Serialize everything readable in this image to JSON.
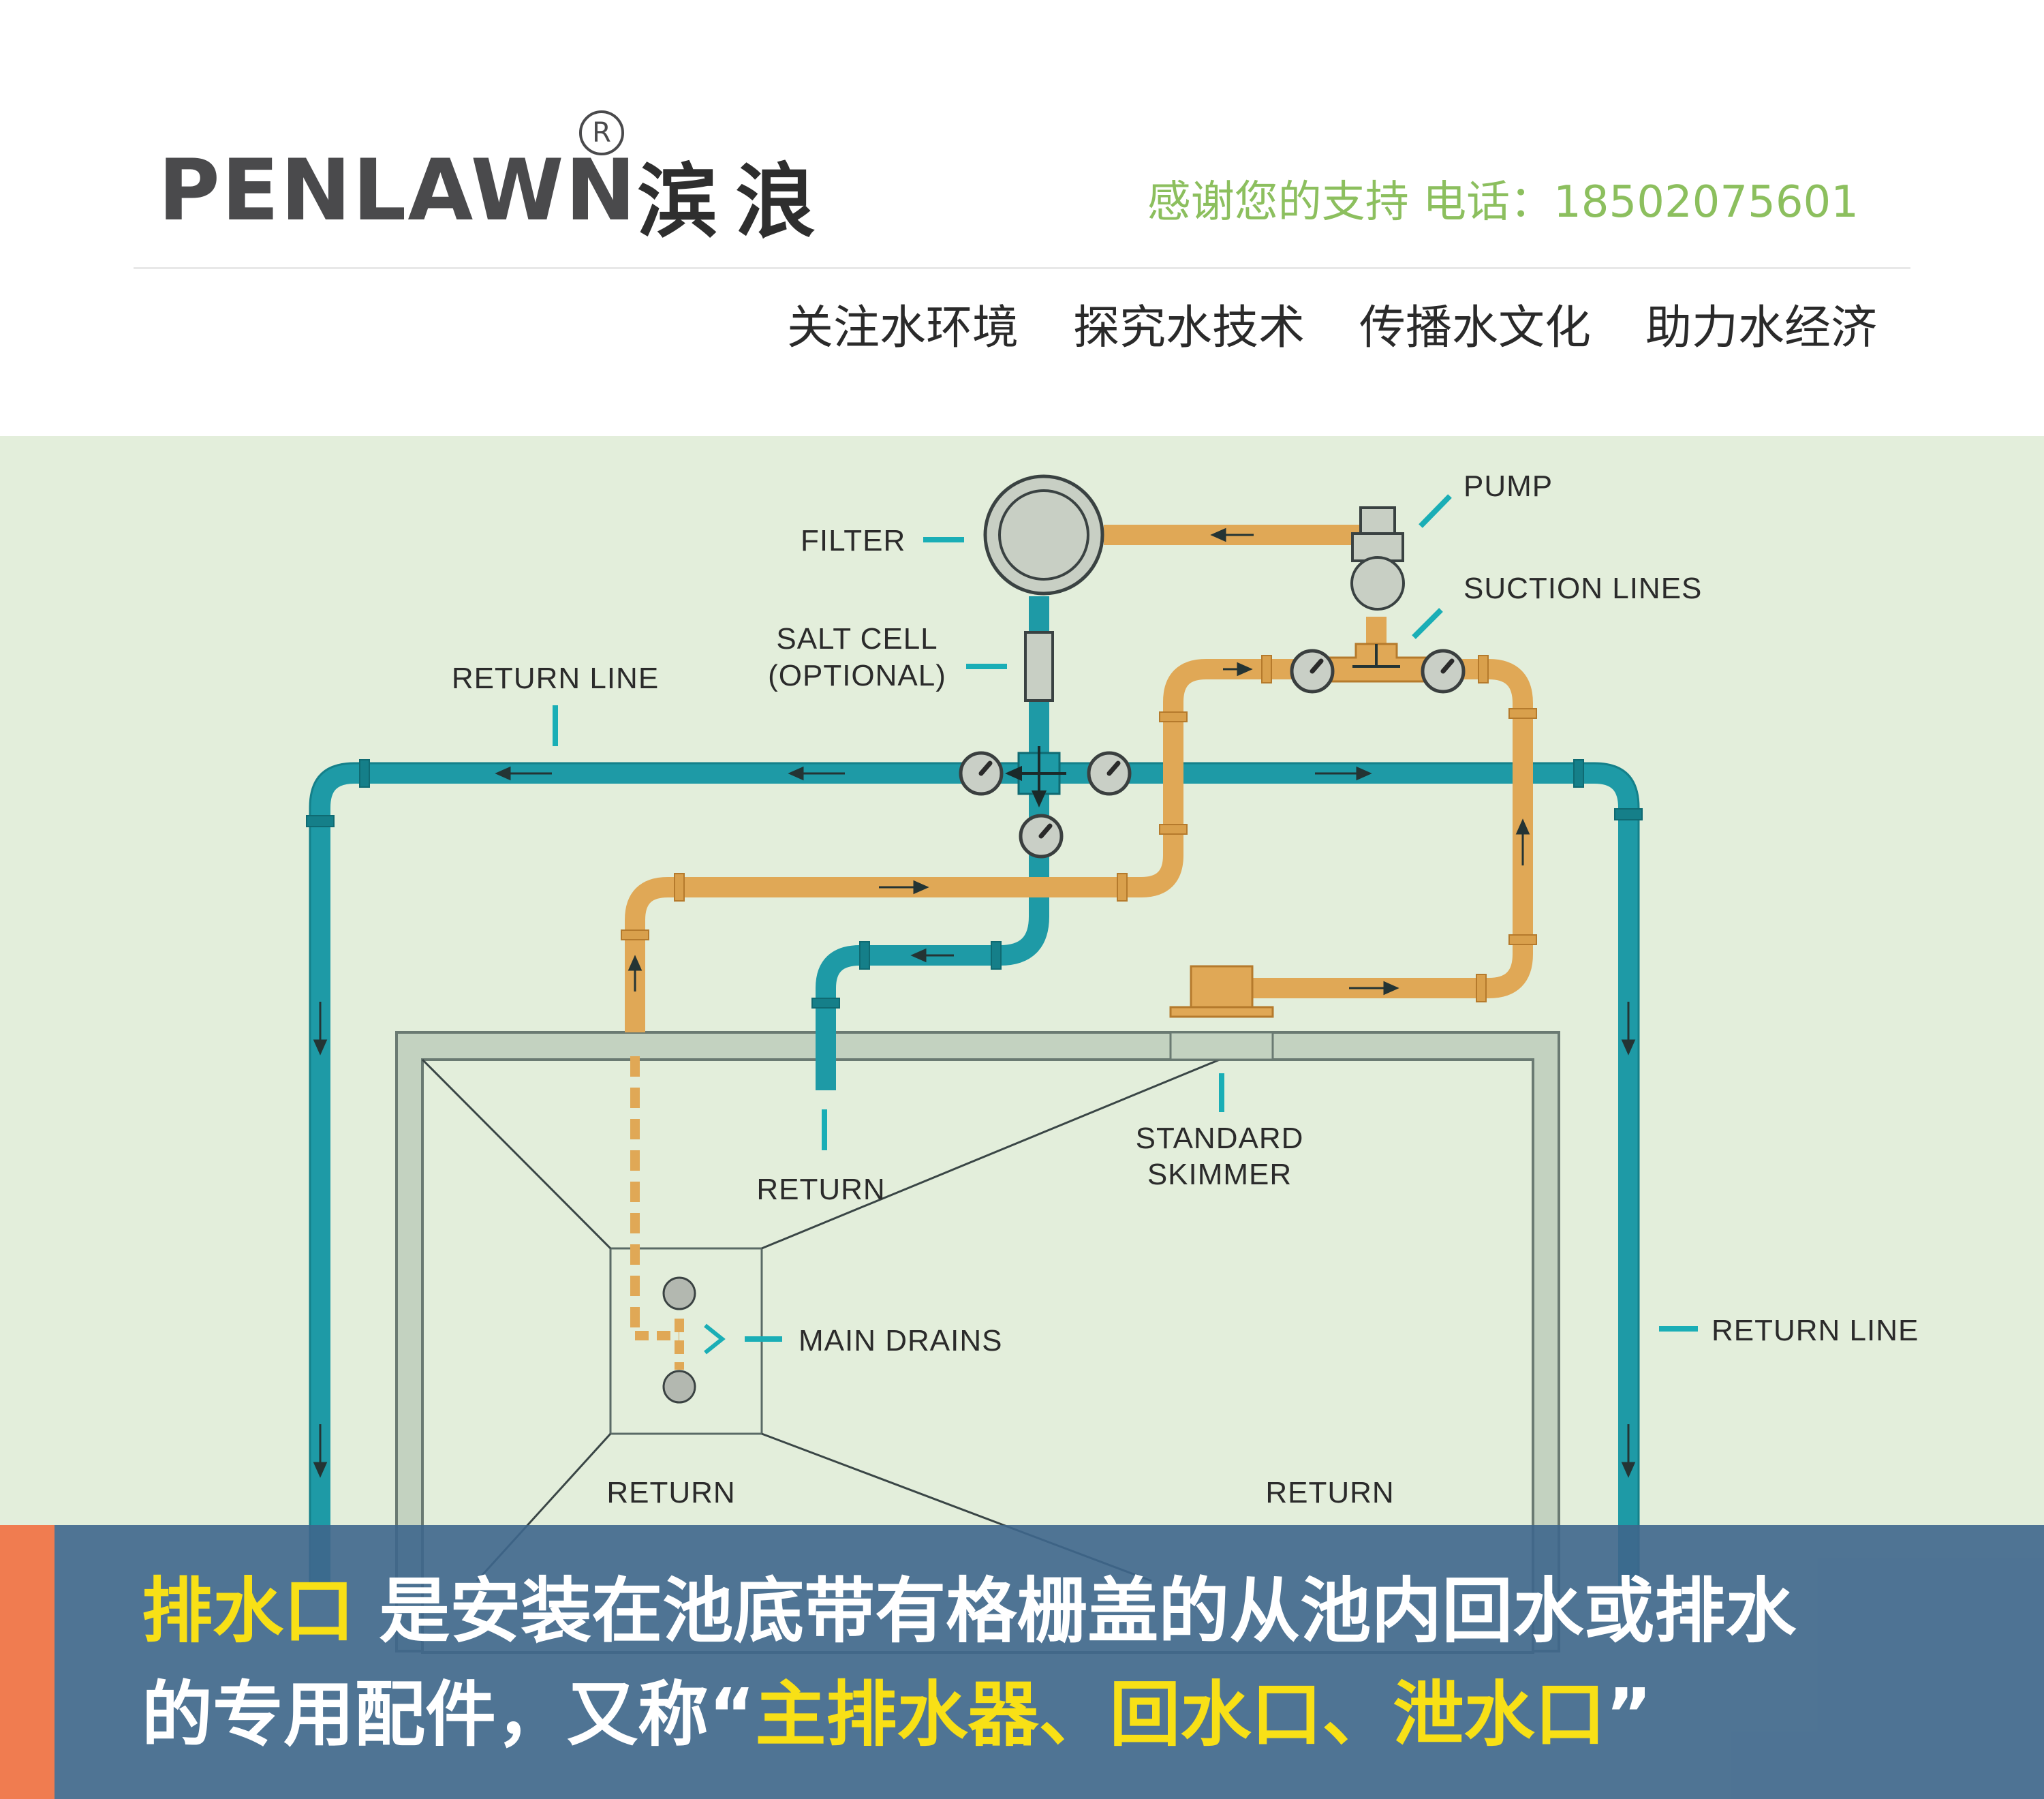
{
  "header": {
    "brand": "PENLAWN",
    "registered": "R",
    "brand_cn": "滨浪",
    "contact": "感谢您的支持 电话：18502075601",
    "slogans": [
      "关注水环境",
      "探究水技术",
      "传播水文化",
      "助力水经济"
    ]
  },
  "diagram": {
    "labels": {
      "pump": "PUMP",
      "filter": "FILTER",
      "suction_lines": "SUCTION LINES",
      "salt_cell_1": "SALT CELL",
      "salt_cell_2": "(OPTIONAL)",
      "return_line_left": "RETURN LINE",
      "return_line_right": "RETURN LINE",
      "return_top": "RETURN",
      "standard_skimmer_1": "STANDARD",
      "standard_skimmer_2": "SKIMMER",
      "main_drains": "MAIN DRAINS",
      "return_bottom_left": "RETURN",
      "return_bottom_right": "RETURN"
    },
    "colors": {
      "return_pipe": "#1e9aa6",
      "suction_pipe": "#e0a856",
      "background": "#e3eedb",
      "pool_wall": "#c3d2c0"
    }
  },
  "banner": {
    "line1_highlight": "排水口",
    "line1_rest": " 是安装在池底带有格栅盖的从池内回水或排水",
    "line2_prefix": "的专用配件，又称“",
    "line2_highlight": "主排水器、回水口、泄水口",
    "line2_suffix": "”",
    "colors": {
      "highlight": "#f8e016",
      "background": "#3e668c",
      "accent": "#f07c50"
    }
  }
}
